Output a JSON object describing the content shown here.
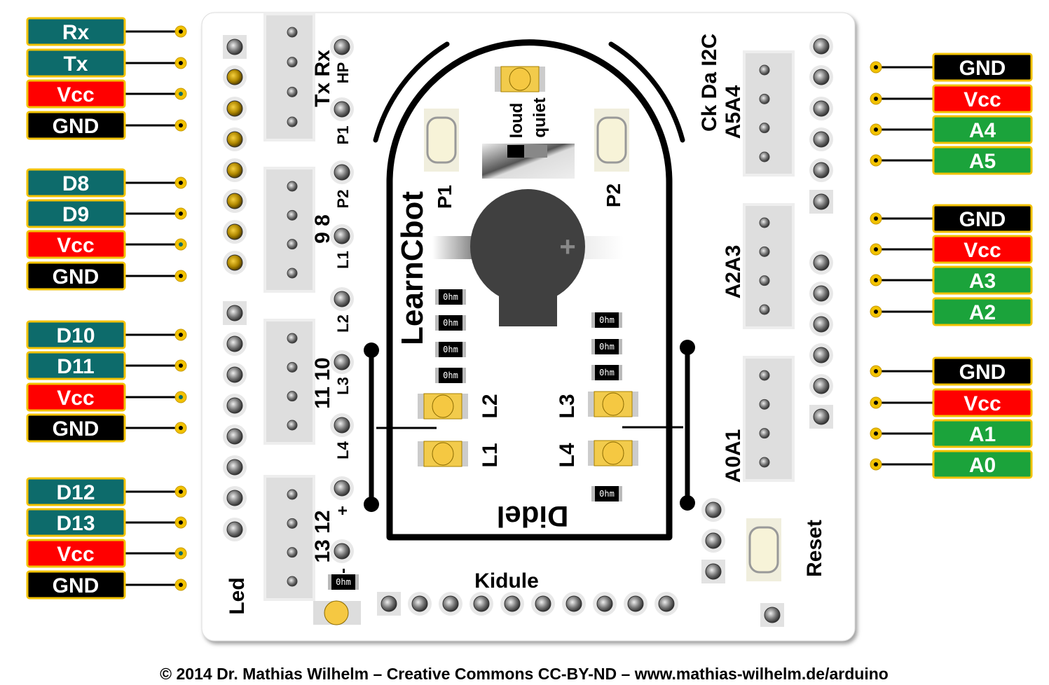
{
  "colors": {
    "digital": "#0d6b6b",
    "vcc": "#ff0000",
    "gnd": "#000000",
    "analog": "#1ba33b",
    "border": "#f2c200",
    "led": "#f5c842"
  },
  "left_pins": [
    {
      "label": "Rx",
      "type": "digital"
    },
    {
      "label": "Tx",
      "type": "digital"
    },
    {
      "label": "Vcc",
      "type": "vcc"
    },
    {
      "label": "GND",
      "type": "gnd"
    },
    {
      "label": "D8",
      "type": "digital"
    },
    {
      "label": "D9",
      "type": "digital"
    },
    {
      "label": "Vcc",
      "type": "vcc"
    },
    {
      "label": "GND",
      "type": "gnd"
    },
    {
      "label": "D10",
      "type": "digital"
    },
    {
      "label": "D11",
      "type": "digital"
    },
    {
      "label": "Vcc",
      "type": "vcc"
    },
    {
      "label": "GND",
      "type": "gnd"
    },
    {
      "label": "D12",
      "type": "digital"
    },
    {
      "label": "D13",
      "type": "digital"
    },
    {
      "label": "Vcc",
      "type": "vcc"
    },
    {
      "label": "GND",
      "type": "gnd"
    }
  ],
  "right_pins": [
    {
      "label": "GND",
      "type": "gnd"
    },
    {
      "label": "Vcc",
      "type": "vcc"
    },
    {
      "label": "A4",
      "type": "analog"
    },
    {
      "label": "A5",
      "type": "analog"
    },
    {
      "label": "GND",
      "type": "gnd"
    },
    {
      "label": "Vcc",
      "type": "vcc"
    },
    {
      "label": "A3",
      "type": "analog"
    },
    {
      "label": "A2",
      "type": "analog"
    },
    {
      "label": "GND",
      "type": "gnd"
    },
    {
      "label": "Vcc",
      "type": "vcc"
    },
    {
      "label": "A1",
      "type": "analog"
    },
    {
      "label": "A0",
      "type": "analog"
    }
  ],
  "board": {
    "connector_labels": [
      "Tx Rx",
      "9 8",
      "11 10",
      "13 12"
    ],
    "side_labels": [
      "HP",
      "P1",
      "P2",
      "L1",
      "L2",
      "L3",
      "L4",
      "+",
      "-"
    ],
    "led_label": "Led",
    "brand": "LearnCbot",
    "button_p1": "P1",
    "button_p2": "P2",
    "switch_loud": "loud",
    "switch_quiet": "quiet",
    "leds": [
      "L2",
      "L1",
      "L3",
      "L4"
    ],
    "maker": "Didel",
    "kidule": "Kidule",
    "i2c_label": "Ck Da I2C",
    "a5a4": "A5A4",
    "a2a3": "A2A3",
    "a0a1": "A0A1",
    "reset": "Reset",
    "resistor": "0hm",
    "buzzer_plus": "+"
  },
  "footer": "© 2014 Dr. Mathias Wilhelm – Creative Commons CC-BY-ND – www.mathias-wilhelm.de/arduino"
}
